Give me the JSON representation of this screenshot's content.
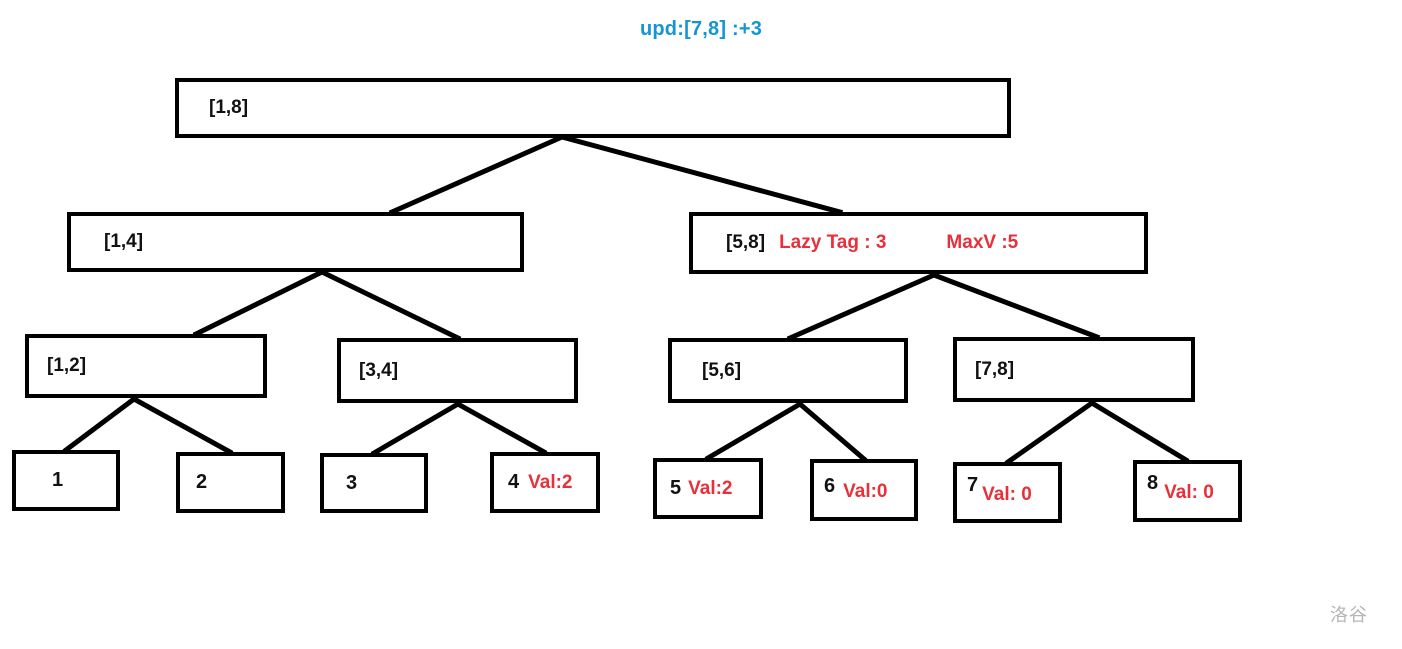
{
  "title": "upd:[7,8] :+3",
  "colors": {
    "title_blue": "#1695d6",
    "annotation_red": "#e8303a",
    "node_border": "#000000",
    "node_fill": "#ffffff",
    "watermark_gray": "#b6b6b6"
  },
  "watermark": "洛谷",
  "tree": {
    "root": {
      "range": "[1,8]"
    },
    "level2": [
      {
        "range": "[1,4]"
      },
      {
        "range": "[5,8]",
        "lazy": "Lazy Tag : 3",
        "maxv": "MaxV :5"
      }
    ],
    "level3": [
      {
        "range": "[1,2]"
      },
      {
        "range": "[3,4]"
      },
      {
        "range": "[5,6]"
      },
      {
        "range": "[7,8]"
      }
    ],
    "leaves": [
      {
        "range": "1",
        "val": ""
      },
      {
        "range": "2",
        "val": ""
      },
      {
        "range": "3",
        "val": ""
      },
      {
        "range": "4",
        "val": "Val:2"
      },
      {
        "range": "5",
        "val": "Val:2"
      },
      {
        "range": "6",
        "val": "Val:0"
      },
      {
        "range": "7",
        "val": "Val: 0"
      },
      {
        "range": "8",
        "val": "Val: 0"
      }
    ]
  }
}
